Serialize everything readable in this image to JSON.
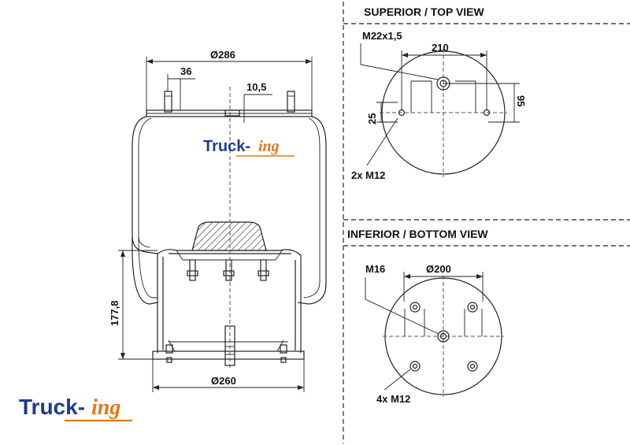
{
  "views": {
    "top_title": "SUPERIOR / TOP VIEW",
    "bottom_title": "INFERIOR / BOTTOM VIEW"
  },
  "side_view": {
    "dim_top_diameter": "Ø286",
    "dim_stud_offset": "36",
    "dim_air_offset": "10,5",
    "dim_height": "177,8",
    "dim_bottom_diameter": "Ø260"
  },
  "top_view": {
    "dim_thread": "M22x1,5",
    "dim_spacing": "210",
    "dim_offset_v": "95",
    "dim_offset_small": "25",
    "dim_studs": "2x M12"
  },
  "bottom_view": {
    "dim_center": "M16",
    "dim_diameter": "Ø200",
    "dim_studs": "4x M12"
  },
  "logo": {
    "part1": "Truck-",
    "part2": "ing"
  },
  "colors": {
    "logo_blue": "#1f3b8c",
    "logo_orange": "#e07a1a"
  }
}
